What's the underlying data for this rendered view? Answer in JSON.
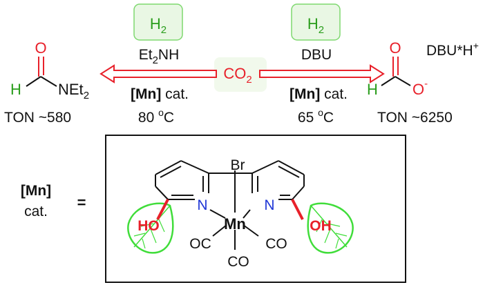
{
  "colors": {
    "red": "#e8202a",
    "green": "#2a9d1c",
    "leaf_green": "#40dd3a",
    "blue": "#1f36d6",
    "black": "#111111",
    "h2_box_fill": "#e9f7e4",
    "h2_box_stroke": "#7ed86f",
    "co2_box_fill": "#f1f9ec"
  },
  "center": {
    "co2": "CO",
    "co2_sub": "2"
  },
  "left_reaction": {
    "reagent_h2": "H",
    "reagent_h2_sub": "2",
    "amine_pre": "Et",
    "amine_sub": "2",
    "amine_post": "NH",
    "cat_bold": "[Mn]",
    "cat_rest": " cat.",
    "temp_num": "80 ",
    "temp_sup": "o",
    "temp_unit": "C"
  },
  "right_reaction": {
    "reagent_h2": "H",
    "reagent_h2_sub": "2",
    "base": "DBU",
    "cat_bold": "[Mn]",
    "cat_rest": " cat.",
    "temp_num": "65 ",
    "temp_sup": "o",
    "temp_unit": "C"
  },
  "left_product": {
    "o": "O",
    "h": "H",
    "n_group": "NEt",
    "n_group_sub": "2",
    "ton": "TON ~580"
  },
  "right_product": {
    "o": "O",
    "h": "H",
    "o_minus": "O",
    "minus": "-",
    "counter_ion": "DBU*H",
    "counter_sup": "+",
    "ton": "TON ~6250"
  },
  "catalyst_label": {
    "mn": "[Mn]",
    "cat": "cat.",
    "eq": "="
  },
  "catalyst": {
    "br": "Br",
    "n_left": "N",
    "n_right": "N",
    "mn": "Mn",
    "oh_left": "HO",
    "oh_right": "OH",
    "co_left": "OC",
    "co_right": "CO",
    "co_bottom": "CO"
  }
}
